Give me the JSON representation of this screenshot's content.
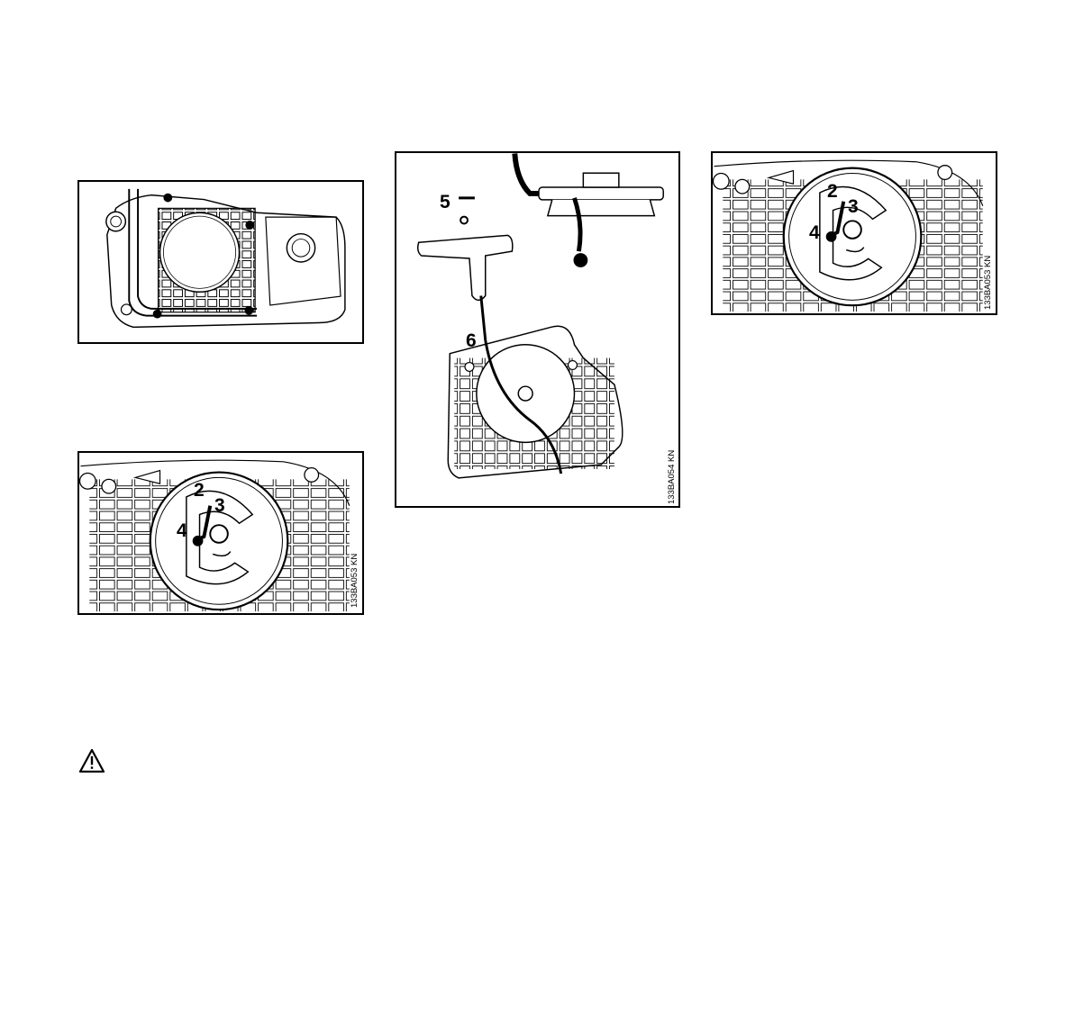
{
  "figure1": {},
  "figure2": {
    "labels": {
      "a": "2",
      "b": "3",
      "c": "4"
    },
    "code": "133BA053 KN"
  },
  "figure3": {
    "labels": {
      "a": "5",
      "b": "6"
    },
    "code": "133BA054 KN"
  },
  "figure4": {
    "labels": {
      "a": "2",
      "b": "3",
      "c": "4"
    },
    "code": "133BA053 KN"
  },
  "warning": {
    "icon": "warning-triangle-icon"
  }
}
